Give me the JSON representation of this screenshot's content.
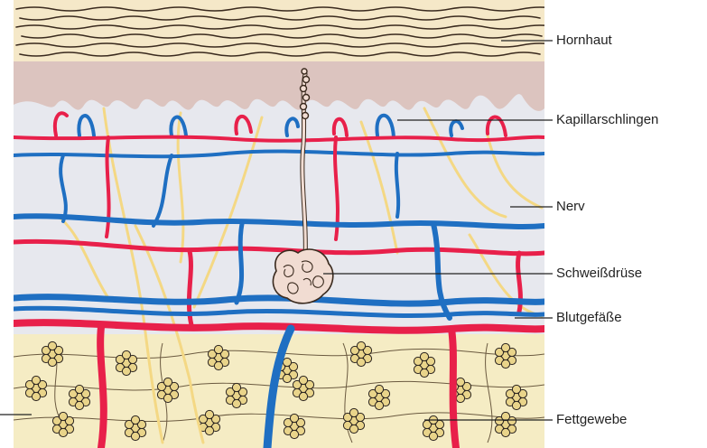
{
  "labels": {
    "hornhaut": "Hornhaut",
    "kapillarschlingen": "Kapillarschlingen",
    "nerv": "Nerv",
    "schweissdruese": "Schweißdrüse",
    "blutgefaesse": "Blutgefäße",
    "fettgewebe": "Fettgewebe"
  },
  "colors": {
    "artery": "#e8204a",
    "vein": "#1f6fc2",
    "nerve": "#f4d884",
    "horny_layer": "#f5e8c8",
    "epidermis": "#dcc4bf",
    "dermis": "#e7e8ee",
    "fat_tissue": "#f5ecc4",
    "fat_cell": "#e9d48a",
    "gland": "#f1dcd2",
    "ink": "#2b2420"
  }
}
